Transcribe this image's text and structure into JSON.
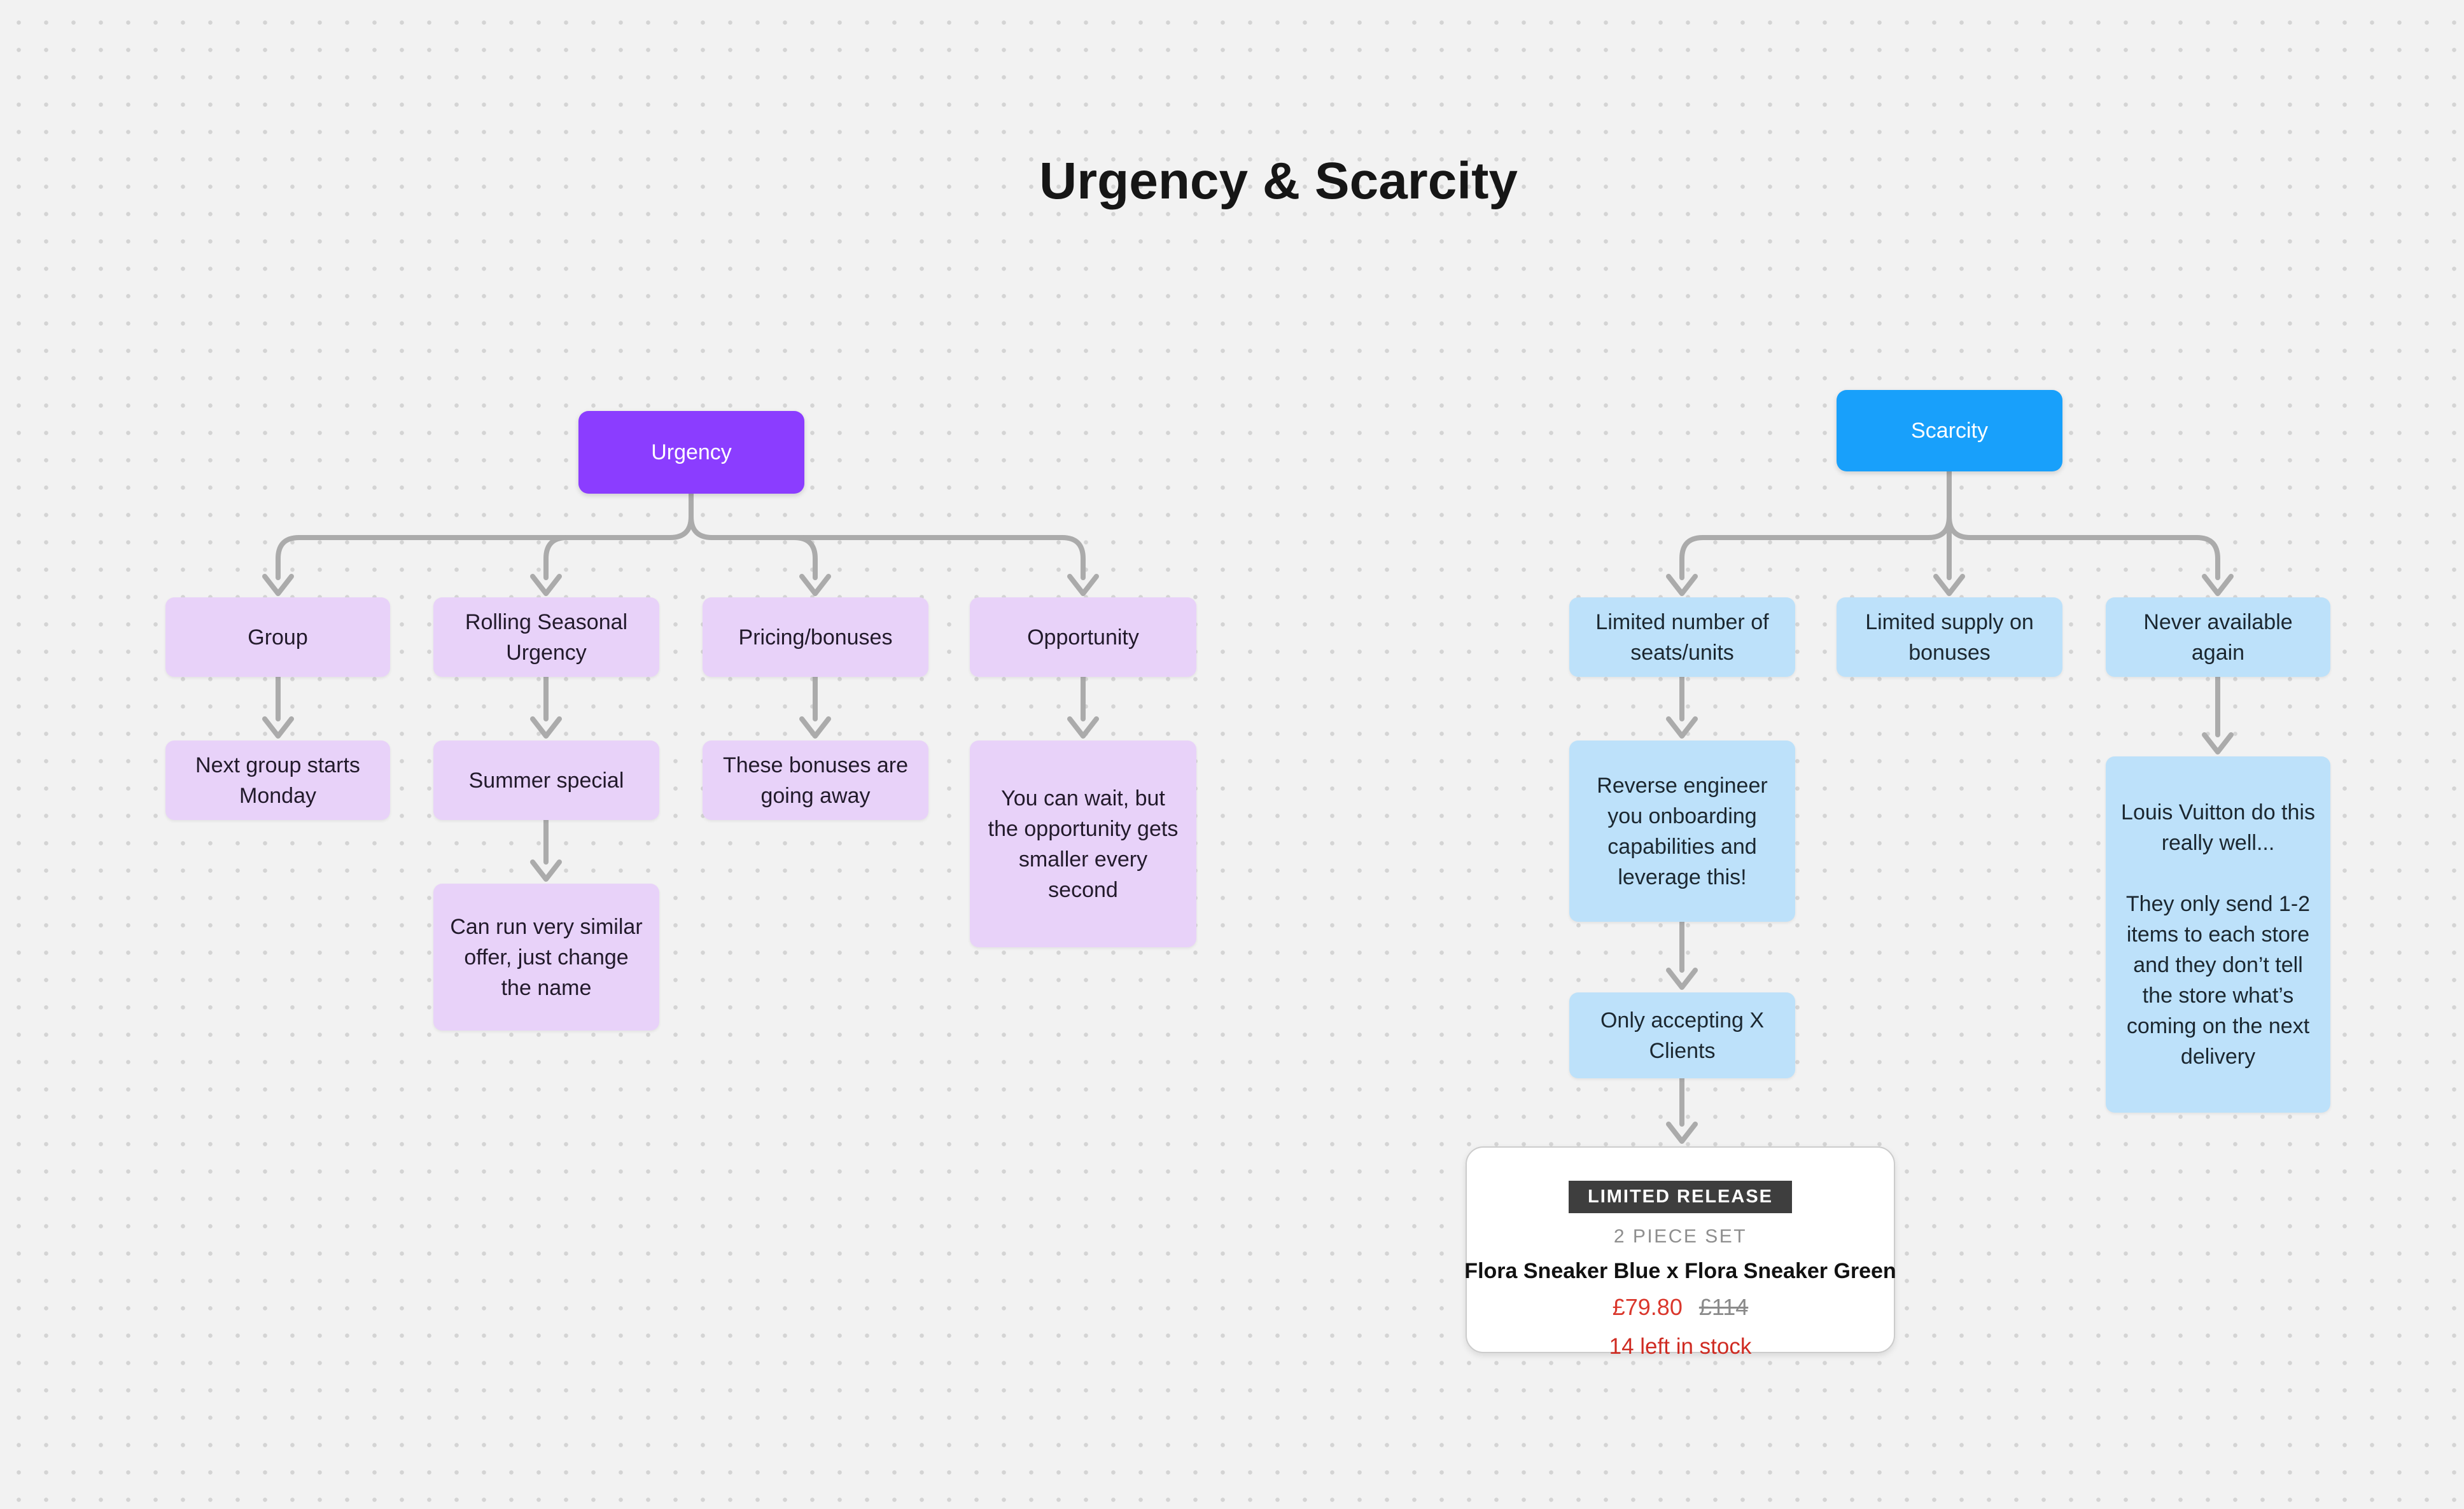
{
  "title": "Urgency & Scarcity",
  "colors": {
    "background": "#f2f2f2",
    "grid_dot": "#d4d4d4",
    "urgency_root_fill": "#8b3dff",
    "urgency_child_fill": "#e8d2f9",
    "scarcity_root_fill": "#18a0fb",
    "scarcity_child_fill": "#bde1fa",
    "connector": "#ababab",
    "price_red": "#da372c",
    "stock_red": "#cf2b22",
    "badge_bg": "#3e3e3e"
  },
  "nodes": {
    "urgency_root": {
      "label": "Urgency"
    },
    "group": {
      "label": "Group"
    },
    "rolling": {
      "label": "Rolling Seasonal Urgency"
    },
    "pricing": {
      "label": "Pricing/bonuses"
    },
    "opportunity": {
      "label": "Opportunity"
    },
    "next_group": {
      "label": "Next group starts Monday"
    },
    "summer": {
      "label": "Summer special"
    },
    "bonuses_away": {
      "label": "These bonuses are going away"
    },
    "you_can_wait": {
      "label": "You can wait, but the opportunity gets smaller every second"
    },
    "can_run": {
      "label": "Can run very similar offer, just change the name"
    },
    "scarcity_root": {
      "label": "Scarcity"
    },
    "seats": {
      "label": "Limited number of seats/units"
    },
    "supply": {
      "label": "Limited supply on bonuses"
    },
    "never": {
      "label": "Never available again"
    },
    "reverse": {
      "label": "Reverse engineer you onboarding capabilities and leverage this!"
    },
    "only_accepting": {
      "label": "Only accepting X Clients"
    },
    "louis": {
      "par1": "Louis Vuitton do this really well...",
      "par2": "They only send 1-2 items to each store and they don’t tell the store what’s coming on the next delivery"
    }
  },
  "card": {
    "badge": "LIMITED RELEASE",
    "subtitle": "2 PIECE SET",
    "name": "Flora Sneaker Blue x Flora Sneaker Green",
    "price_current": "£79.80",
    "price_original": "£114",
    "stock": "14 left in stock"
  }
}
